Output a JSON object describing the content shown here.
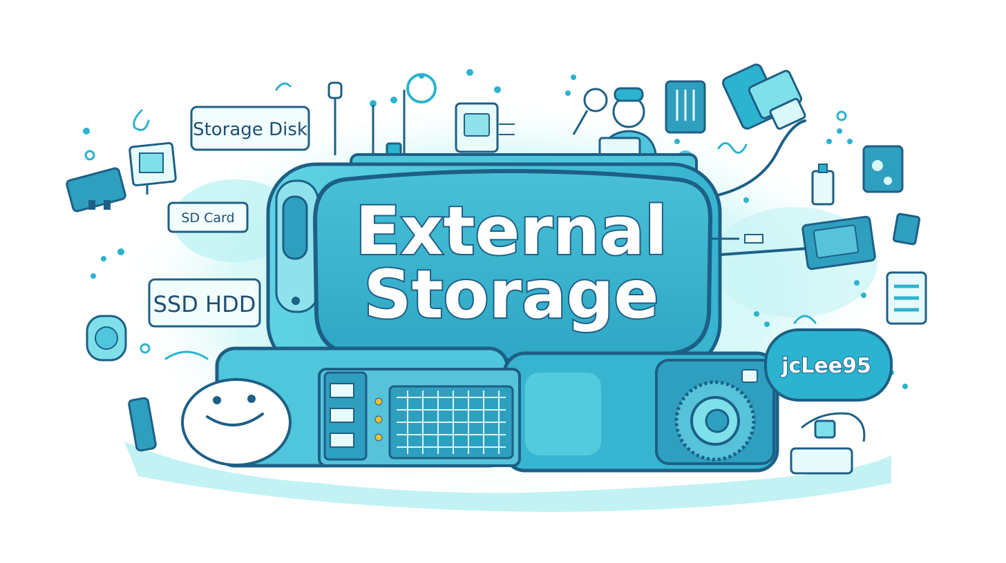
{
  "labels": {
    "storage_disk": "Storage Disk",
    "sd_card": "SD Card",
    "ssd_hdd": "SSD HDD",
    "brand_tag": "jcLee95"
  },
  "title": {
    "line1": "External",
    "line2": "Storage"
  },
  "colors": {
    "outline": "#1d5f86",
    "cyan": "#2bb3cf",
    "cyan_light": "#7fe0ea",
    "wash": "#bff2f4",
    "panel": "#3fb6cf",
    "title_fill": "#ffffff",
    "label_text": "#1d4f72"
  }
}
